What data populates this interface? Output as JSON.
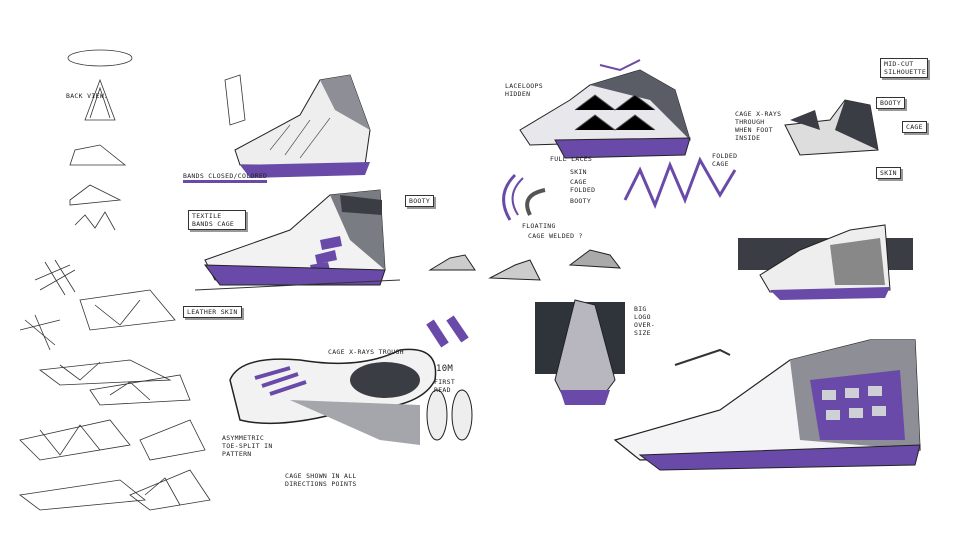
{
  "colors": {
    "purple": "#6a4aa8",
    "dark_gray": "#3a3d44",
    "mid_gray": "#8e8f96",
    "outline": "#1e1e24"
  },
  "annotations": {
    "back_view": "BACK VIEW.",
    "bands_closed": "BANDS CLOSED/COLORED",
    "textile_bands_cage": "TEXTILE BANDS CAGE",
    "booty_1": "BOOTY",
    "leather_skin": "LEATHER SKIN",
    "laceloops_hidden": "LACELOOPS HIDDEN",
    "cage_xrays": "CAGE X-RAYS THROUGH WHEN FOOT INSIDE",
    "full_laces": "FULL LACES",
    "skin": "SKIN",
    "cage_folded": "CAGE FOLDED",
    "booty_2": "BOOTY",
    "floating": "FLOATING",
    "cage_welded": "CAGE WELDED ?",
    "folded_cage": "FOLDED CAGE",
    "mid_cut": "MID-CUT SILHOUETTE",
    "booty_3": "BOOTY",
    "cage": "CAGE",
    "skin_2": "SKIN",
    "big_logo": "BIG LOGO OVER-SIZE",
    "cage_xrays_trough": "CAGE X-RAYS TROUGH",
    "ten_m": "10M",
    "first_read": "FIRST READ",
    "asymmetric": "ASYMMETRIC TOE-SPLIT IN PATTERN",
    "cage_shown": "CAGE SHOWN IN ALL DIRECTIONS POINTS"
  }
}
